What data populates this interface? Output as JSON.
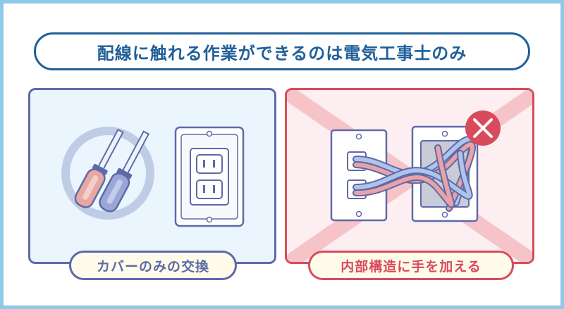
{
  "title": "配線に触れる作業ができるのは電気工事士のみ",
  "left_panel": {
    "caption": "カバーのみの交換",
    "icons": [
      "screwdriver-icon",
      "screwdriver-icon",
      "outlet-icon"
    ]
  },
  "right_panel": {
    "caption": "内部構造に手を加える",
    "icons": [
      "outlet-plate-icon",
      "wire-icon",
      "wall-box-icon",
      "prohibited-x-icon"
    ]
  },
  "colors": {
    "frame": "#8ec9e8",
    "title": "#1f5f9a",
    "ok_panel": "#5e6aa8",
    "ng_panel": "#d84b5c",
    "caption_bg": "#fffbea"
  }
}
